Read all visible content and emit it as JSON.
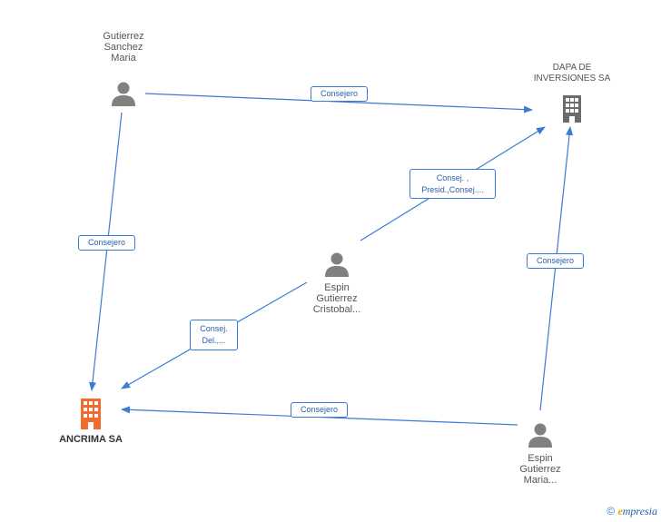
{
  "colors": {
    "edge": "#3a7bd5",
    "person_icon": "#808080",
    "company_icon": "#6b6b6b",
    "highlight_company_icon": "#f26a2e"
  },
  "nodes": {
    "gutierrez_sanchez_maria": {
      "line1": "Gutierrez",
      "line2": "Sanchez",
      "line3": "Maria",
      "icon": "person-icon"
    },
    "dapa_de_inversiones": {
      "line1": "DAPA DE",
      "line2": "INVERSIONES SA",
      "icon": "building-icon"
    },
    "espin_gutierrez_cristobal": {
      "line1": "Espin",
      "line2": "Gutierrez",
      "line3": "Cristobal...",
      "icon": "person-icon"
    },
    "ancrima": {
      "line1": "ANCRIMA SA",
      "icon": "building-icon"
    },
    "espin_gutierrez_maria": {
      "line1": "Espin",
      "line2": "Gutierrez",
      "line3": "Maria...",
      "icon": "person-icon"
    }
  },
  "edges": {
    "gsm_to_dapa": {
      "line1": "Consejero"
    },
    "gsm_to_ancrima": {
      "line1": "Consejero"
    },
    "egc_to_dapa": {
      "line1": "Consej. ,",
      "line2": "Presid.,Consej...."
    },
    "egc_to_ancrima": {
      "line1": "Consej.",
      "line2": "Del.,..."
    },
    "egm_to_ancrima": {
      "line1": "Consejero"
    },
    "egm_to_dapa": {
      "line1": "Consejero"
    }
  },
  "footer": {
    "copyright_symbol": "©",
    "brand_initial": "e",
    "brand_rest": "mpresia"
  }
}
